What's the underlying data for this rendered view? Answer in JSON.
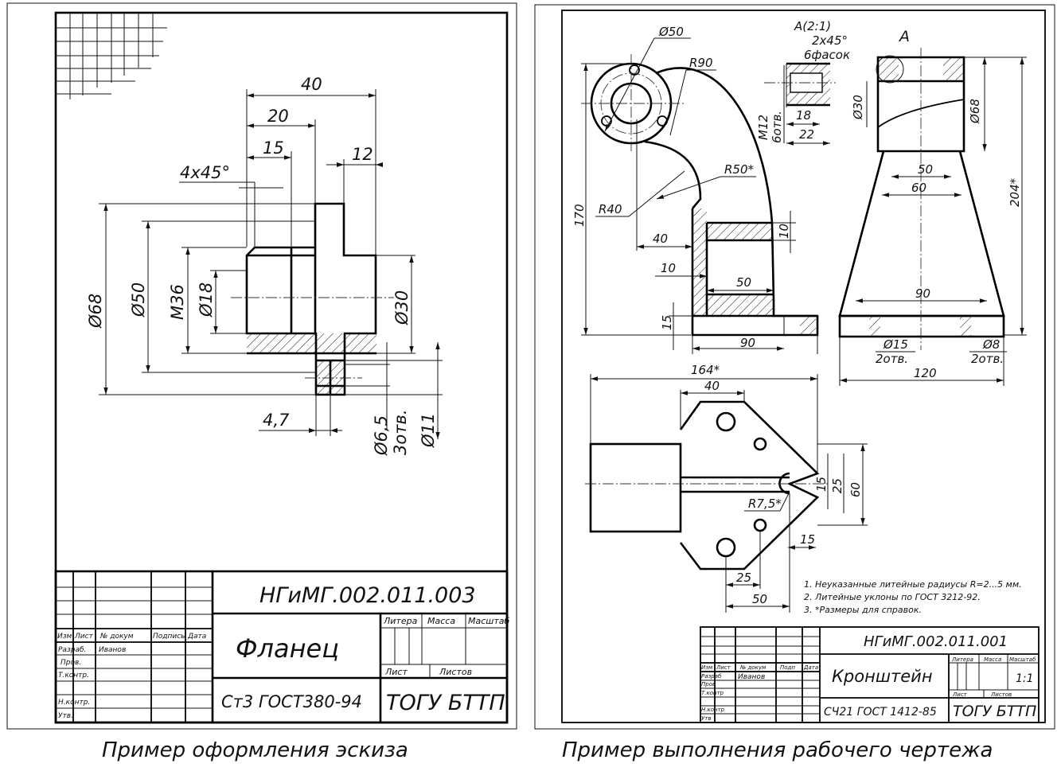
{
  "sketch": {
    "caption": "Пример оформления эскиза",
    "dims": {
      "d40": "40",
      "d20": "20",
      "d15": "15",
      "d12": "12",
      "chamfer": "4x45°",
      "d68": "Ø68",
      "d50": "Ø50",
      "m36": "M36",
      "d18": "Ø18",
      "d30": "Ø30",
      "d47": "4,7",
      "d65": "Ø6,5",
      "holes": "3отв.",
      "d11": "Ø11"
    },
    "title_block": {
      "doc_code": "НГиМГ.002.011.003",
      "name": "Фланец",
      "material": "Ст3 ГОСТ380-94",
      "org": "ТОГУ БТТП",
      "col_izm": "Изм",
      "col_list": "Лист",
      "col_doc": "№ докум",
      "col_sign": "Подпись",
      "col_date": "Дата",
      "row_razrab": "Разраб.",
      "razrab_name": "Иванов",
      "row_prov": "Пров.",
      "row_tkontr": "Т.контр.",
      "row_nkontr": "Н.контр.",
      "row_utv": "Утв.",
      "litera": "Литера",
      "massa": "Масса",
      "masshtab": "Масштаб",
      "list": "Лист",
      "listov": "Листов"
    }
  },
  "drawing": {
    "caption": "Пример выполнения рабочего чертежа",
    "dims": {
      "d50": "Ø50",
      "r90": "R90",
      "view": "A(2:1)",
      "chamfers": "2x45°",
      "chamfers2": "6фасок",
      "m12": "M12",
      "holes6": "6отв.",
      "d18": "18",
      "d22": "22",
      "label_a": "A",
      "d30": "Ø30",
      "d68": "Ø68",
      "r50": "R50*",
      "r40": "R40",
      "h170": "170",
      "h204": "204*",
      "d40": "40",
      "d10": "10",
      "d10b": "10",
      "d50b": "50",
      "d15": "15",
      "d90": "90",
      "w50": "50",
      "w60": "60",
      "w90": "90",
      "d15h": "Ø15",
      "holes2": "2отв.",
      "d8": "Ø8",
      "holes2b": "2отв.",
      "w120": "120",
      "w164": "164*",
      "p40": "40",
      "r75": "R7,5*",
      "p15": "15",
      "p25": "25",
      "p60": "60",
      "p15b": "15",
      "p25b": "25",
      "p50": "50"
    },
    "notes": [
      "1. Неуказанные литейные радиусы R=2...5 мм.",
      "2. Литейные уклоны по ГОСТ 3212-92.",
      "3. *Размеры для справок."
    ],
    "title_block": {
      "doc_code": "НГиМГ.002.011.001",
      "name": "Кронштейн",
      "material": "СЧ21 ГОСТ 1412-85",
      "org": "ТОГУ БТТП",
      "scale": "1:1",
      "col_izm": "Изм",
      "col_list": "Лист",
      "col_doc": "№ докум",
      "col_sign": "Подп",
      "col_date": "Дата",
      "row_razrab": "Разраб",
      "razrab_name": "Иванов",
      "row_prov": "Пров",
      "row_tkontr": "Т.контр",
      "row_nkontr": "Н.контр",
      "row_utv": "Утв",
      "litera": "Литера",
      "massa": "Масса",
      "masshtab": "Масштаб",
      "list": "Лист",
      "listov": "Листов"
    }
  }
}
